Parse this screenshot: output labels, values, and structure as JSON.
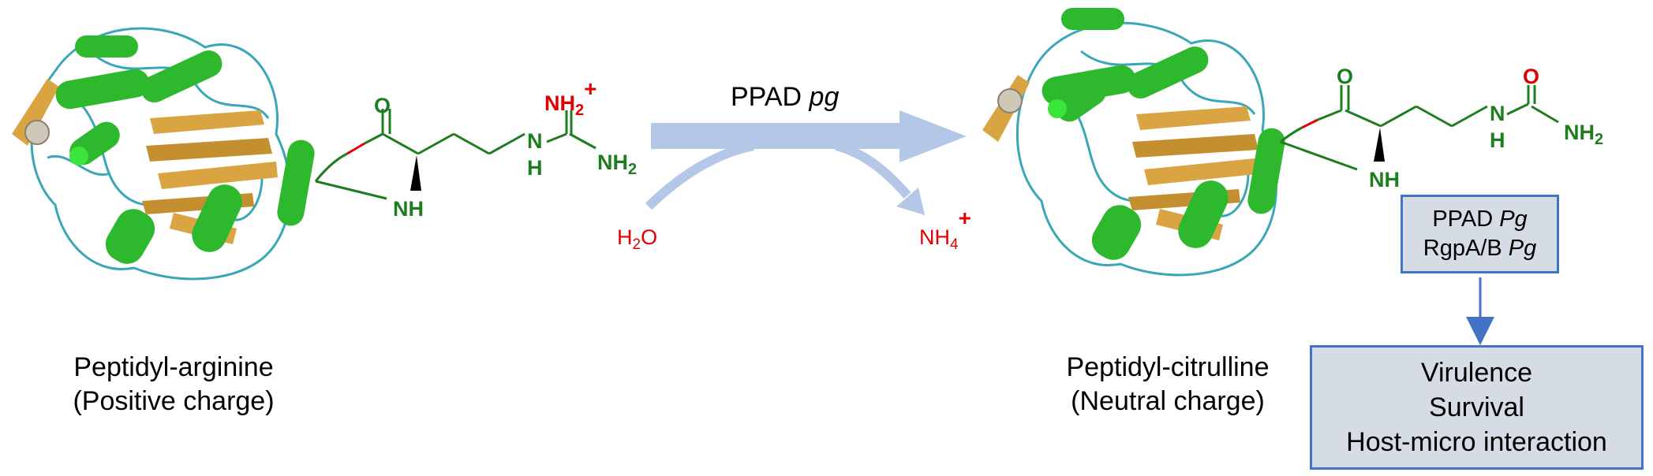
{
  "reaction": {
    "enzyme_label": "PPAD",
    "enzyme_label_italic": "pg",
    "reactant_water": "H",
    "reactant_water_sub": "2",
    "reactant_water_tail": "O",
    "product_ammonium": "NH",
    "product_ammonium_sub": "4",
    "product_ammonium_sup": "+"
  },
  "left_molecule": {
    "atom_O": "O",
    "atom_NH_backbone": "NH",
    "atom_NH_side": "N",
    "atom_H_side": "H",
    "atom_NH2_terminal": "NH",
    "atom_NH2_terminal_sub": "2",
    "atom_NH2_charged": "NH",
    "atom_NH2_charged_sub": "2",
    "atom_NH2_charged_sup": "+",
    "caption_line1": "Peptidyl-arginine",
    "caption_line2": "(Positive charge)"
  },
  "right_molecule": {
    "atom_O_backbone": "O",
    "atom_O_urea": "O",
    "atom_NH_backbone": "NH",
    "atom_N_side": "N",
    "atom_H_side": "H",
    "atom_NH2_terminal": "NH",
    "atom_NH2_terminal_sub": "2",
    "caption_line1": "Peptidyl-citrulline",
    "caption_line2": "(Neutral charge)"
  },
  "boxes": {
    "enzymes_line1_plain": "PPAD",
    "enzymes_line1_italic": "Pg",
    "enzymes_line2_plain": "RgpA/B",
    "enzymes_line2_italic": "Pg",
    "effects": [
      "Virulence",
      "Survival",
      "Host-micro interaction"
    ]
  },
  "colors": {
    "protein_helix": "#2eb82e",
    "protein_sheet": "#d9a441",
    "protein_loop": "#3aa7b8",
    "chem_green": "#1e7d1e",
    "chem_red": "#e00000",
    "arrow_fill": "#b4c7e7",
    "box_fill": "#d6dce5",
    "box_border": "#4472c4"
  }
}
